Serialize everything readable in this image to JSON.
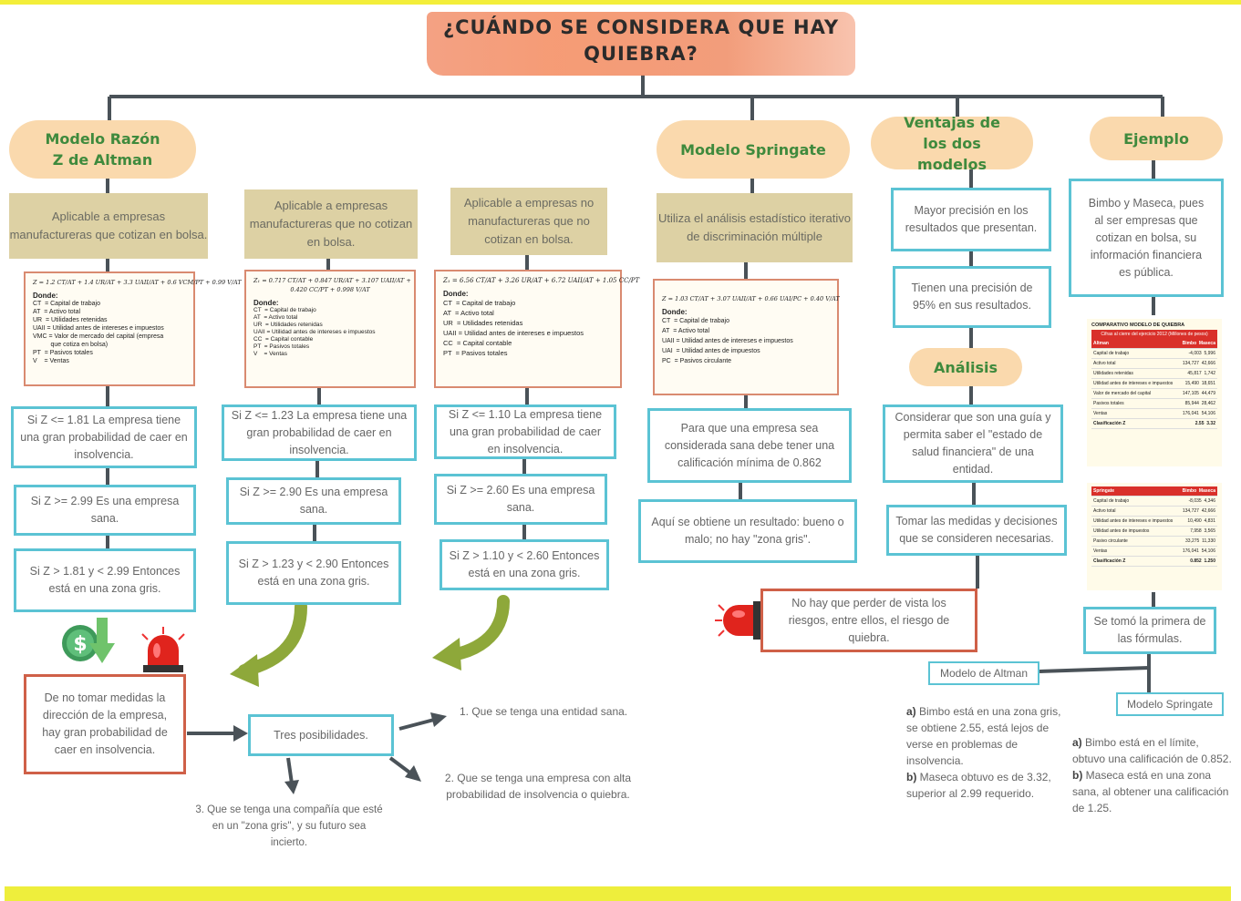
{
  "title": {
    "line1": "¿CUÁNDO SE CONSIDERA QUE HAY",
    "line2": "QUIEBRA?"
  },
  "headers": {
    "altman": "Modelo Razón Z de Altman",
    "springate": "Modelo Springate",
    "ventajas": "Ventajas de los dos modelos",
    "ejemplo": "Ejemplo",
    "analisis": "Análisis"
  },
  "applies": {
    "a1": "Aplicable a empresas manufactureras que cotizan en bolsa.",
    "a2": "Aplicable a empresas manufactureras que no cotizan en bolsa.",
    "a3": "Aplicable a empresas no manufactureras que no cotizan en bolsa.",
    "s1": "Utiliza el análisis estadístico iterativo de discriminación múltiple"
  },
  "formulas": {
    "f1": {
      "eq": "Z = 1.2 CT/AT + 1.4 UR/AT + 3.3 UAII/AT + 0.6 VCM/PT + 0.99 V/AT",
      "donde": "Donde:",
      "defs": "CT  = Capital de trabajo\nAT  = Activo total\nUR  = Utilidades retenidas\nUAII = Utilidad antes de intereses e impuestos\nVMC = Valor de mercado del capital (empresa\n          que cotiza en bolsa)\nPT  = Pasivos totales\nV    = Ventas"
    },
    "f2": {
      "eq": "Z₁ = 0.717 CT/AT + 0.847 UR/AT + 3.107 UAII/AT +",
      "eq2": "0.420 CC/PT + 0.998 V/AT",
      "donde": "Donde:",
      "defs": "CT  = Capital de trabajo\nAT  = Activo total\nUR  = Utilidades retenidas\nUAII = Utilidad antes de intereses e impuestos\nCC  = Capital contable\nPT  = Pasivos totales\nV    = Ventas"
    },
    "f3": {
      "eq": "Z₁ = 6.56 CT/AT + 3.26 UR/AT + 6.72 UAII/AT + 1.05 CC/PT",
      "donde": "Donde:",
      "defs": "CT  = Capital de trabajo\nAT  = Activo total\nUR  = Utilidades retenidas\nUAII = Utilidad antes de intereses e impuestos\nCC  = Capital contable\nPT  = Pasivos totales"
    },
    "f4": {
      "eq": "Z = 1.03 CT/AT + 3.07 UAII/AT + 0.66 UAI/PC + 0.40 V/AT",
      "donde": "Donde:",
      "defs": "CT  = Capital de trabajo\nAT  = Activo total\nUAII = Utilidad antes de intereses e impuestos\nUAI  = Utilidad antes de impuestos\nPC  = Pasivos circulante"
    }
  },
  "altman1": {
    "b1": "Si Z <= 1.81 La empresa tiene una gran probabilidad de caer en insolvencia.",
    "b2": "Si Z >= 2.99 Es una empresa sana.",
    "b3": "Si Z > 1.81 y < 2.99 Entonces está en una zona gris."
  },
  "altman2": {
    "b1": "Si Z <= 1.23 La empresa tiene una gran probabilidad de caer en insolvencia.",
    "b2": "Si Z >= 2.90 Es una empresa sana.",
    "b3": "Si Z > 1.23 y < 2.90 Entonces está en una zona gris."
  },
  "altman3": {
    "b1": "Si Z <= 1.10 La empresa tiene una gran probabilidad de caer en insolvencia.",
    "b2": "Si Z >= 2.60 Es una empresa sana.",
    "b3": "Si Z > 1.10 y < 2.60 Entonces está en una zona gris."
  },
  "springate": {
    "b1": "Para que una empresa sea considerada sana debe tener una calificación mínima de 0.862",
    "b2": "Aquí se obtiene un resultado: bueno o malo; no hay \"zona gris\".",
    "warning": "No hay que perder de vista los riesgos, entre ellos, el riesgo de quiebra."
  },
  "ventajas": {
    "v1": "Mayor precisión en los resultados que presentan.",
    "v2": "Tienen una precisión de 95% en sus resultados."
  },
  "analisis": {
    "a1": "Considerar que son una guía y permita saber el \"estado de salud financiera\" de una entidad.",
    "a2": "Tomar las medidas y decisiones que se consideren necesarias."
  },
  "ejemplo": {
    "e1": "Bimbo y Maseca, pues al ser empresas que cotizan en bolsa, su información financiera es pública.",
    "e2": "Se tomó la primera de las fórmulas.",
    "altman_label": "Modelo de Altman",
    "springate_label": "Modelo Springate",
    "altman_a_key": "a)",
    "altman_a": " Bimbo está en una zona gris, se obtiene 2.55, está lejos de verse en problemas de insolvencia.",
    "altman_b_key": "b)",
    "altman_b": " Maseca obtuvo es de 3.32, superior al 2.99 requerido.",
    "spr_a_key": "a)",
    "spr_a": " Bimbo está en el límite, obtuvo una calificación de 0.852.",
    "spr_b_key": "b)",
    "spr_b": " Maseca está en una zona sana, al obtener una calificación de 1.25."
  },
  "table1": {
    "title": "COMPARATIVO MODELO DE QUIEBRA",
    "subtitle": "Cifras al cierre del ejercicio 2012 (Millones de pesos)",
    "col1": "Altman",
    "col2": "Bimbo",
    "col3": "Maseca",
    "rows": [
      {
        "label": "Capital de trabajo",
        "b": "-4,003",
        "m": "5,996"
      },
      {
        "label": "Activo total",
        "b": "134,727",
        "m": "42,666"
      },
      {
        "label": "Utilidades retenidas",
        "b": "45,817",
        "m": "1,742"
      },
      {
        "label": "Utilidad antes de intereses e impuestos",
        "b": "15,490",
        "m": "18,651"
      },
      {
        "label": "Valor de mercado del capital",
        "b": "147,105",
        "m": "44,479"
      },
      {
        "label": "Pasivos totales",
        "b": "85,944",
        "m": "28,462"
      },
      {
        "label": "Ventas",
        "b": "176,041",
        "m": "54,106"
      }
    ],
    "score_label": "Clasificación Z",
    "score_b": "2.55",
    "score_m": "3.32"
  },
  "table2": {
    "col1": "Springate",
    "col2": "Bimbo",
    "col3": "Maseca",
    "rows": [
      {
        "label": "Capital de trabajo",
        "b": "-8,035",
        "m": "4,346"
      },
      {
        "label": "Activo total",
        "b": "134,727",
        "m": "42,666"
      },
      {
        "label": "Utilidad antes de intereses e impuestos",
        "b": "10,490",
        "m": "4,831"
      },
      {
        "label": "Utilidad antes de impuestos",
        "b": "7,958",
        "m": "3,565"
      },
      {
        "label": "Pasivo circulante",
        "b": "33,275",
        "m": "11,330"
      },
      {
        "label": "Ventas",
        "b": "176,041",
        "m": "54,106"
      }
    ],
    "score_label": "Clasificación Z",
    "score_b": "0.852",
    "score_m": "1.250"
  },
  "bottom": {
    "warning": "De no tomar medidas la dirección de la empresa, hay gran probabilidad de caer en insolvencia.",
    "tres": "Tres posibilidades.",
    "p1": "1. Que se tenga una entidad sana.",
    "p2": "2. Que se tenga una empresa con alta probabilidad de insolvencia o quiebra.",
    "p3": "3. Que se tenga una compañía que esté en un \"zona gris\", y su futuro sea incierto."
  },
  "colors": {
    "accent_green": "#3f8a3d",
    "box_blue": "#5bc3d4",
    "box_red": "#cf6048",
    "pill": "#fad9ad",
    "tan": "#ddd1a4",
    "connector": "#4a5258"
  },
  "icons": [
    "money-down-icon",
    "siren-icon",
    "siren-icon",
    "curved-arrow-icon"
  ]
}
